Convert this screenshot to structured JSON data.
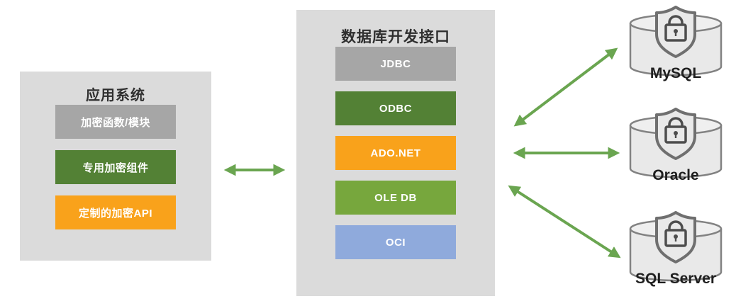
{
  "colors": {
    "panel_bg": "#dbdbdb",
    "title_text": "#2f2f2f",
    "bar_text": "#ffffff",
    "arrow": "#6aa550",
    "db_fill": "#e9e9e9",
    "db_top_fill": "#efefef",
    "db_stroke": "#828282",
    "shield_stroke": "#6f6f6f",
    "lock_stroke": "#4d4d4d",
    "db_label_text": "#1f1f1f"
  },
  "left_panel": {
    "title": "应用系统",
    "bars": [
      {
        "label": "加密函数/模块",
        "color": "#a6a6a6"
      },
      {
        "label": "专用加密组件",
        "color": "#538135"
      },
      {
        "label": "定制的加密API",
        "color": "#f9a21b"
      }
    ]
  },
  "middle_panel": {
    "title": "数据库开发接口",
    "bars": [
      {
        "label": "JDBC",
        "color": "#a6a6a6"
      },
      {
        "label": "ODBC",
        "color": "#538135"
      },
      {
        "label": "ADO.NET",
        "color": "#f9a21b"
      },
      {
        "label": "OLE DB",
        "color": "#77a73d"
      },
      {
        "label": "OCI",
        "color": "#8faadc"
      }
    ]
  },
  "databases": [
    {
      "label": "MySQL"
    },
    {
      "label": "Oracle"
    },
    {
      "label": "SQL Server"
    }
  ]
}
